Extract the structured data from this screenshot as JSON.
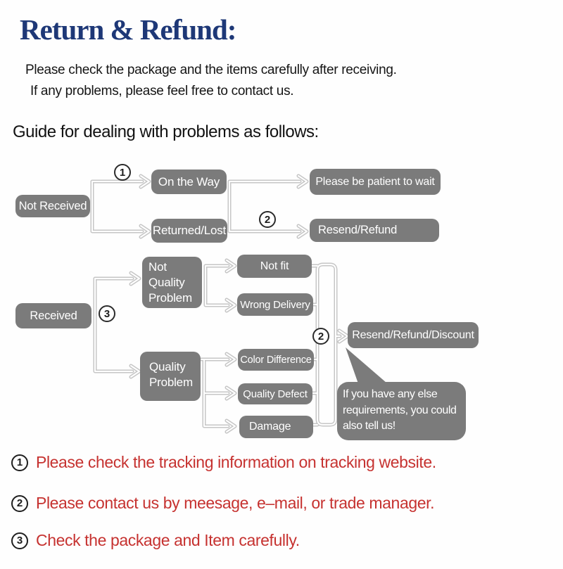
{
  "header": {
    "title": "Return & Refund:",
    "intro_line1": "Please check the package and the items carefully after receiving.",
    "intro_line2": "If any problems, please feel free to contact us.",
    "guide_heading": "Guide for dealing with problems as follows:"
  },
  "colors": {
    "title_navy": "#1e3877",
    "node_gray": "#7b7b7b",
    "connector_gray": "#c6c6c6",
    "note_red": "#c63230"
  },
  "flowchart": {
    "nodes": {
      "not_received": {
        "label": "Not Received"
      },
      "on_the_way": {
        "label": "On the Way"
      },
      "returned_lost": {
        "label": "Returned/Lost"
      },
      "be_patient": {
        "label": "Please be patient to wait"
      },
      "resend_refund": {
        "label": "Resend/Refund"
      },
      "received": {
        "label": "Received"
      },
      "not_quality_problem": {
        "lines": [
          "Not",
          "Quality",
          "Problem"
        ]
      },
      "not_fit": {
        "label": "Not fit"
      },
      "wrong_delivery": {
        "label": "Wrong Delivery"
      },
      "quality_problem": {
        "lines": [
          "Quality",
          "Problem"
        ]
      },
      "color_difference": {
        "label": "Color Difference"
      },
      "quality_defect": {
        "label": "Quality Defect"
      },
      "damage": {
        "label": "Damage"
      },
      "resend_refund_discount": {
        "label": "Resend/Refund/Discount"
      }
    },
    "markers": {
      "one": "1",
      "two_top": "2",
      "three": "3",
      "two_mid": "2"
    },
    "bubble": {
      "lines": [
        "If you have any else",
        "requirements, you could",
        "also tell us!"
      ]
    }
  },
  "notes": [
    {
      "num": "1",
      "text": "Please check the tracking information on tracking website."
    },
    {
      "num": "2",
      "text": "Please contact us by meesage, e–mail, or trade manager."
    },
    {
      "num": "3",
      "text": "Check the package and Item carefully."
    }
  ]
}
